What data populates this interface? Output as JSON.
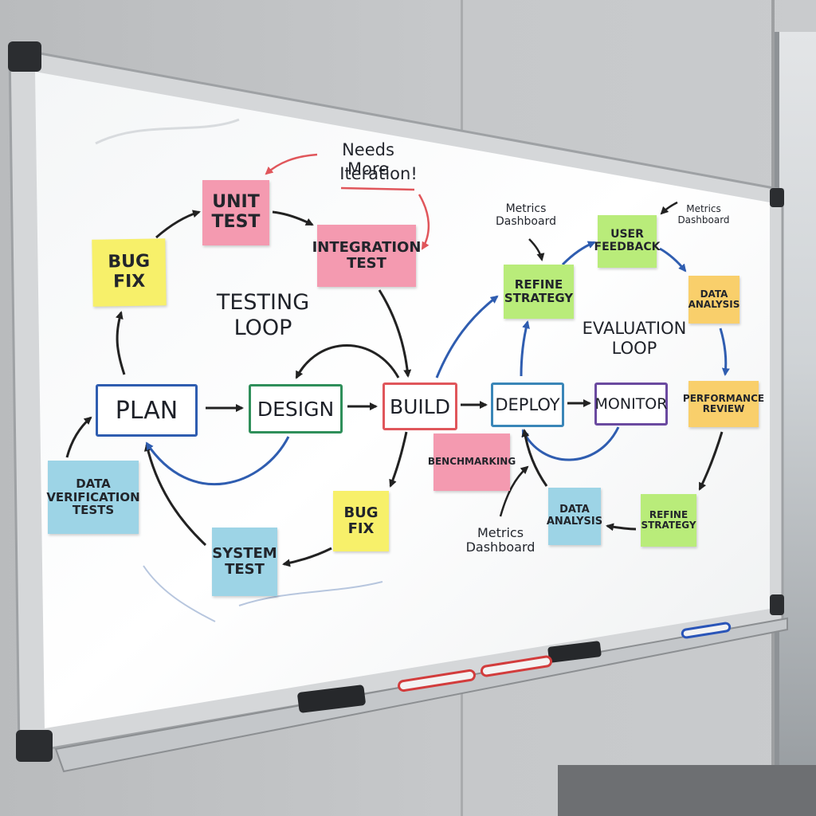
{
  "annotation": {
    "line1": "Needs More",
    "line2": "Iteration!"
  },
  "testing_loop": {
    "label": "TESTING\nLOOP"
  },
  "evaluation_loop": {
    "label": "EVALUATION\nLOOP"
  },
  "stages": {
    "plan": "PLAN",
    "design": "DESIGN",
    "build": "BUILD",
    "deploy": "DEPLOY",
    "monitor": "MONITOR"
  },
  "notes": {
    "bug_fix_top": "BUG\nFIX",
    "unit_test": "UNIT\nTEST",
    "integration_test": "INTEGRATION\nTEST",
    "data_verification_tests": "DATA\nVERIFICATION\nTESTS",
    "system_test": "SYSTEM\nTEST",
    "bug_fix_bottom": "BUG\nFIX",
    "benchmarking": "BENCHMARKING",
    "refine_strategy_top": "REFINE\nSTRATEGY",
    "user_feedback": "USER\nFEEDBACK",
    "data_analysis_right": "DATA\nANALYSIS",
    "performance_review": "PERFORMANCE\nREVIEW",
    "refine_strategy_bottom": "REFINE\nSTRATEGY",
    "data_analysis_bottom": "DATA\nANALYSIS"
  },
  "handwritten": {
    "metrics_dashboard_1": "Metrics\nDashboard",
    "metrics_dashboard_2": "Metrics\nDashboard",
    "metrics_dashboard_3": "Metrics\nDashboard"
  },
  "colors": {
    "marker_red": "#e0565b",
    "marker_blue": "#2f5db0",
    "marker_green": "#2f8f5a",
    "marker_black": "#222222",
    "marker_purple": "#6b4aa0"
  }
}
